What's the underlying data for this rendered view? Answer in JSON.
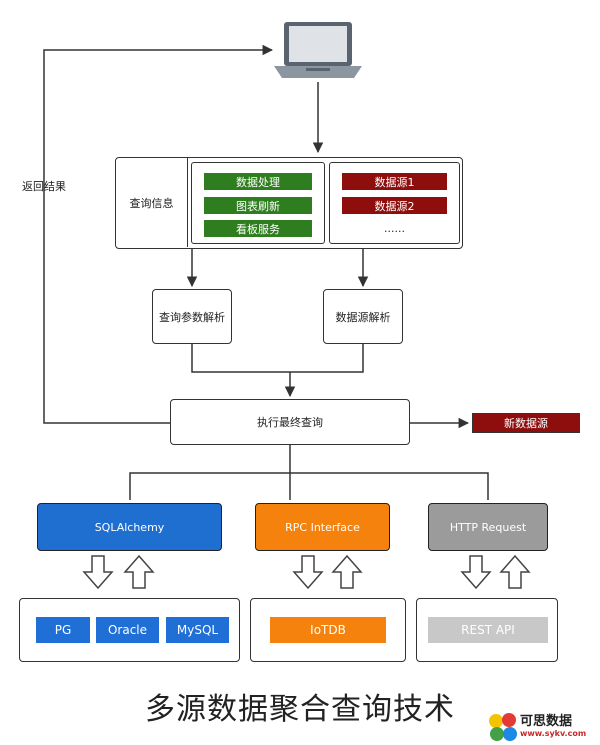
{
  "return_label": "返回结果",
  "query_info_label": "查询信息",
  "query_items": [
    "数据处理",
    "图表刷新",
    "看板服务"
  ],
  "datasource_items": [
    "数据源1",
    "数据源2"
  ],
  "datasource_more": "......",
  "param_parse": "查询参数解析",
  "datasource_parse": "数据源解析",
  "execute_query": "执行最终查询",
  "new_datasource": "新数据源",
  "connectors": {
    "sqlalchemy": "SQLAlchemy",
    "rpc": "RPC Interface",
    "http": "HTTP Request"
  },
  "targets": {
    "sqlalchemy": [
      "PG",
      "Oracle",
      "MySQL"
    ],
    "rpc": [
      "IoTDB"
    ],
    "http": [
      "REST API"
    ]
  },
  "title": "多源数据聚合查询技术",
  "watermark": {
    "name": "可思数据",
    "url": "www.sykv.com"
  },
  "colors": {
    "green": "#2e7d1e",
    "dark_red": "#8e0e0e",
    "blue": "#1e6fd0",
    "orange": "#f5820d",
    "gray": "#9b9b9b"
  }
}
